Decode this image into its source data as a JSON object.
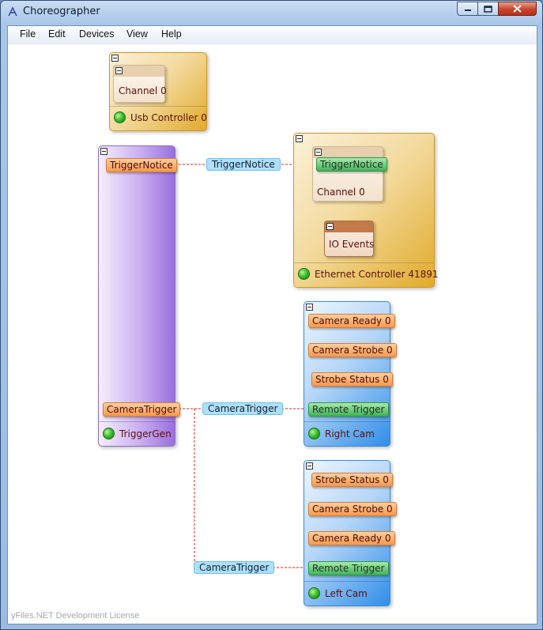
{
  "window": {
    "title": "Choreographer"
  },
  "menu": [
    "File",
    "Edit",
    "Devices",
    "View",
    "Help"
  ],
  "canvas": {
    "license": "yFiles.NET Development License",
    "usb_controller": {
      "title": "Usb Controller 0",
      "channel": "Channel 0"
    },
    "ethernet_controller": {
      "title": "Ethernet Controller 41891",
      "channel": "Channel 0",
      "trigger_notice": "TriggerNotice",
      "io_events": "IO Events"
    },
    "trigger_gen": {
      "title": "TriggerGen",
      "trigger_notice": "TriggerNotice",
      "camera_trigger": "CameraTrigger"
    },
    "right_cam": {
      "title": "Right Cam",
      "ports": [
        "Camera Ready 0",
        "Camera Strobe 0",
        "Strobe Status 0"
      ],
      "remote_trigger": "Remote Trigger"
    },
    "left_cam": {
      "title": "Left Cam",
      "ports": [
        "Strobe Status 0",
        "Camera Strobe 0",
        "Camera Ready 0"
      ],
      "remote_trigger": "Remote Trigger"
    },
    "edge_labels": {
      "trigger_notice": "TriggerNotice",
      "camera_trigger_right": "CameraTrigger",
      "camera_trigger_left": "CameraTrigger"
    }
  },
  "colors": {
    "gold": "#e1ab2b",
    "purple": "#9a6fdc",
    "blue": "#2f8ee8",
    "edge": "#e02020",
    "led": "#3cc12f"
  }
}
